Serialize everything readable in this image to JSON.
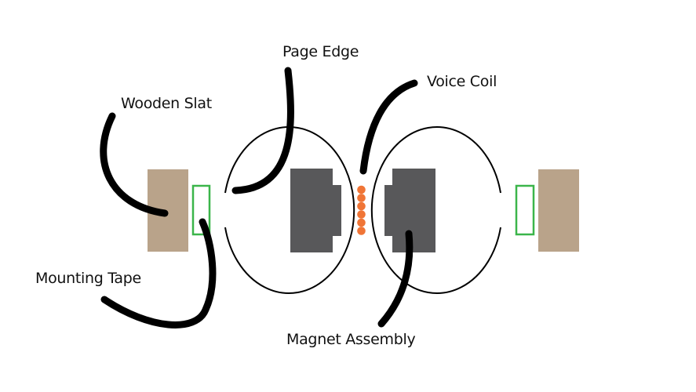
{
  "title": "Speaker assembly diagram",
  "colors": {
    "wood": "#b9a38a",
    "tape": "#3bb54a",
    "magnet": "#58585a",
    "coil": "#f07536",
    "leader": "#000000",
    "outline": "#000000"
  },
  "labels": {
    "wooden_slat": "Wooden Slat",
    "page_edge": "Page Edge",
    "voice_coil": "Voice Coil",
    "mounting_tape": "Mounting Tape",
    "magnet_assembly": "Magnet Assembly"
  },
  "voice_coil_turns": 6
}
